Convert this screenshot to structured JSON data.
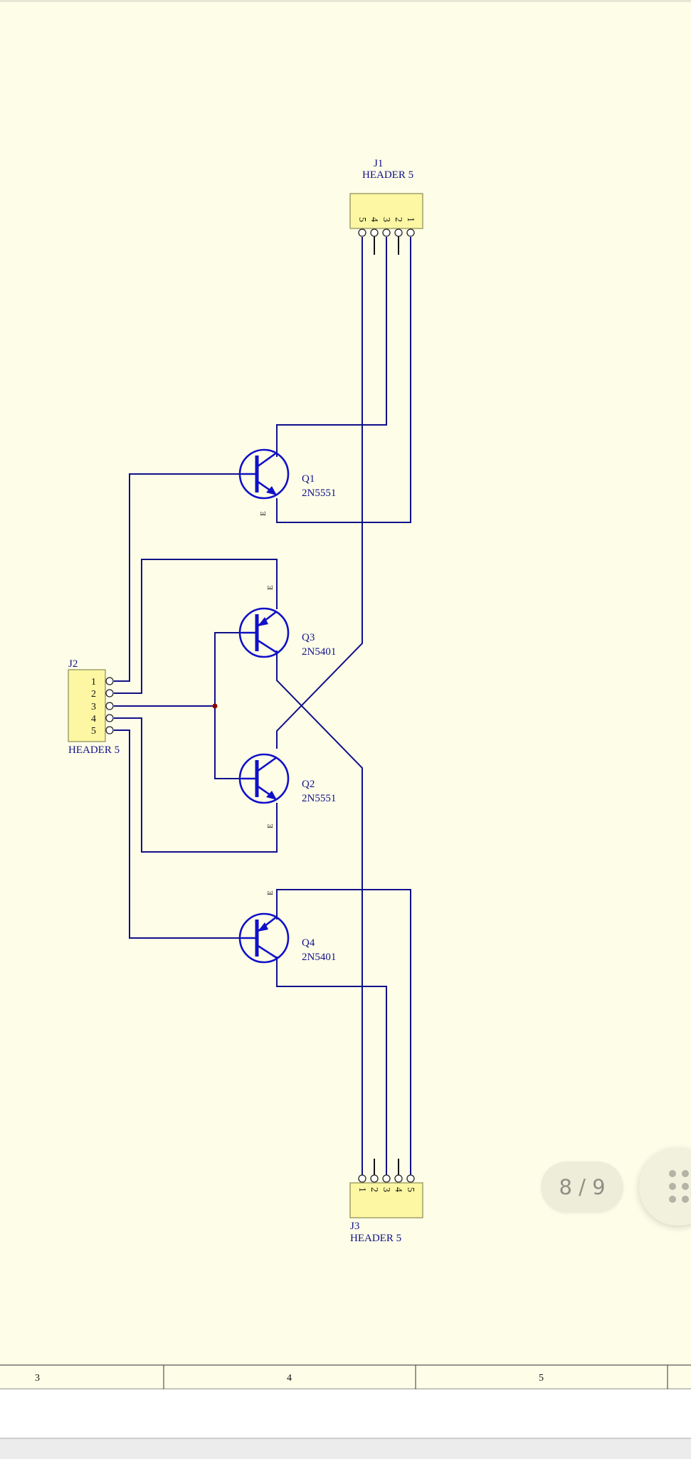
{
  "schematic": {
    "headers": {
      "j1": {
        "ref": "J1",
        "value": "HEADER 5",
        "pins": [
          "5",
          "4",
          "3",
          "2",
          "1"
        ]
      },
      "j2": {
        "ref": "J2",
        "value": "HEADER 5",
        "pins": [
          "1",
          "2",
          "3",
          "4",
          "5"
        ]
      },
      "j3": {
        "ref": "J3",
        "value": "HEADER 5",
        "pins": [
          "1",
          "2",
          "3",
          "4",
          "5"
        ]
      }
    },
    "transistors": {
      "q1": {
        "ref": "Q1",
        "part": "2N5551",
        "emitter_mark": "E"
      },
      "q3": {
        "ref": "Q3",
        "part": "2N5401",
        "emitter_mark": "E"
      },
      "q2": {
        "ref": "Q2",
        "part": "2N5551",
        "emitter_mark": "E"
      },
      "q4": {
        "ref": "Q4",
        "part": "2N5401",
        "emitter_mark": "E"
      }
    },
    "colors": {
      "wire": "#10108a",
      "transistor": "#1010c8",
      "header_fill": "#fdf7a4",
      "junction": "#8b0000",
      "background": "#fefee8"
    }
  },
  "title_block": {
    "zones": [
      "3",
      "4",
      "5"
    ]
  },
  "viewer": {
    "page_indicator": "8 / 9",
    "apps_icon": "grid-dots-icon"
  }
}
